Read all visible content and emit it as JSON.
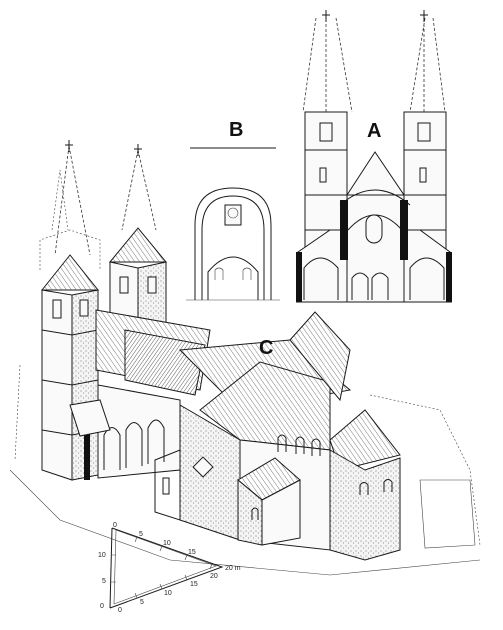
{
  "labels": {
    "a": "A",
    "b": "B",
    "c": "C"
  },
  "scale": {
    "side_ticks": [
      "0",
      "5",
      "10"
    ],
    "hyp_ticks": [
      "0",
      "5",
      "10",
      "15",
      "20 m"
    ],
    "base_ticks": [
      "0",
      "5",
      "10",
      "15",
      "20"
    ]
  }
}
